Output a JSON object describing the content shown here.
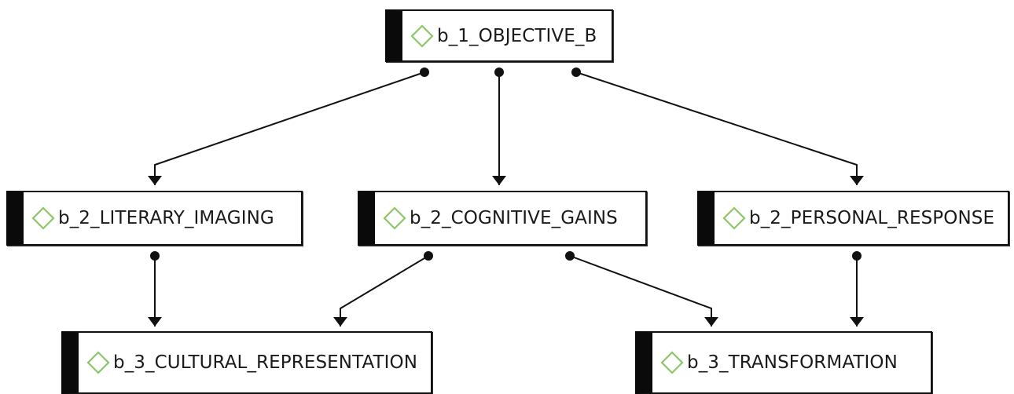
{
  "diagram": {
    "nodes": [
      {
        "id": "b_1_OBJECTIVE_B",
        "label": "b_1_OBJECTIVE_B",
        "icon": "diamond-icon"
      },
      {
        "id": "b_2_LITERARY_IMAGING",
        "label": "b_2_LITERARY_IMAGING",
        "icon": "diamond-icon"
      },
      {
        "id": "b_2_COGNITIVE_GAINS",
        "label": "b_2_COGNITIVE_GAINS",
        "icon": "diamond-icon"
      },
      {
        "id": "b_2_PERSONAL_RESPONSE",
        "label": "b_2_PERSONAL_RESPONSE",
        "icon": "diamond-icon"
      },
      {
        "id": "b_3_CULTURAL_REPRESENTATION",
        "label": "b_3_CULTURAL_REPRESENTATION",
        "icon": "diamond-icon"
      },
      {
        "id": "b_3_TRANSFORMATION",
        "label": "b_3_TRANSFORMATION",
        "icon": "diamond-icon"
      }
    ],
    "edges": [
      {
        "from": "b_1_OBJECTIVE_B",
        "to": "b_2_LITERARY_IMAGING"
      },
      {
        "from": "b_1_OBJECTIVE_B",
        "to": "b_2_COGNITIVE_GAINS"
      },
      {
        "from": "b_1_OBJECTIVE_B",
        "to": "b_2_PERSONAL_RESPONSE"
      },
      {
        "from": "b_2_LITERARY_IMAGING",
        "to": "b_3_CULTURAL_REPRESENTATION"
      },
      {
        "from": "b_2_COGNITIVE_GAINS",
        "to": "b_3_CULTURAL_REPRESENTATION"
      },
      {
        "from": "b_2_COGNITIVE_GAINS",
        "to": "b_3_TRANSFORMATION"
      },
      {
        "from": "b_2_PERSONAL_RESPONSE",
        "to": "b_3_TRANSFORMATION"
      }
    ],
    "colors": {
      "icon_stroke": "#8cc56a",
      "edge": "#111111",
      "node_bar": "#0a0a0a"
    }
  }
}
